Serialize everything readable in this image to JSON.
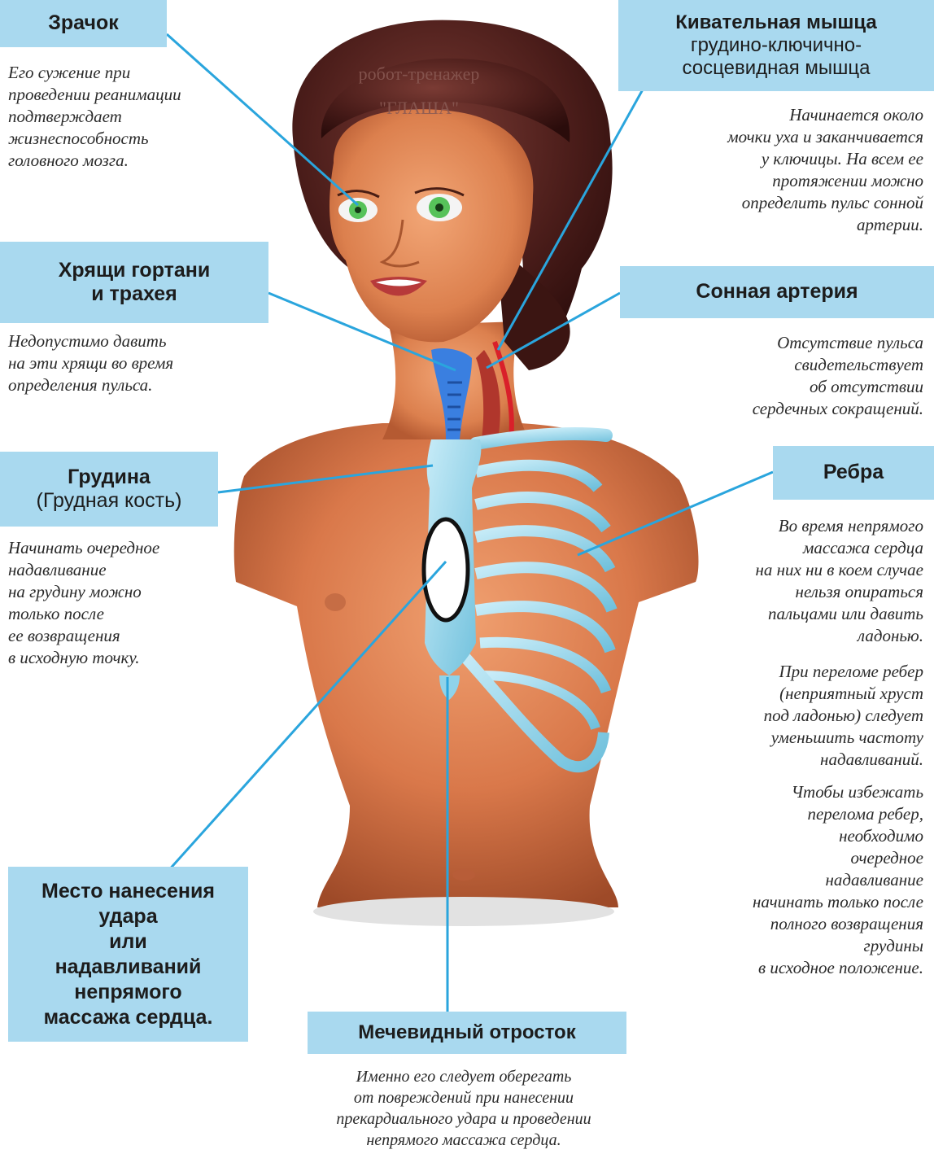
{
  "watermark": {
    "line1": "робот-тренажер",
    "line2": "\"ГЛАША\""
  },
  "labels": {
    "pupil": {
      "title": "Зрачок",
      "desc": "Его сужение при\nпроведении реанимации\nподтверждает\nжизнеспособность\nголовного мозга."
    },
    "muscle": {
      "title": "Кивательная мышца",
      "subtitle": "грудино-ключично-\nсосцевидная  мышца",
      "desc": "Начинается около\nмочки уха и заканчивается\nу ключицы. На всем ее\nпротяжении можно\nопределить пульс сонной\nартерии."
    },
    "larynx": {
      "title": "Хрящи гортани\nи трахея",
      "desc": "Недопустимо давить\nна эти хрящи во время\nопределения пульса."
    },
    "carotid": {
      "title": "Сонная артерия",
      "desc": "Отсутствие пульса\nсвидетельствует\nоб отсутствии\nсердечных сокращений."
    },
    "sternum": {
      "title": "Грудина",
      "subtitle": "(Грудная кость)",
      "desc": "Начинать очередное\nнадавливание\nна грудину можно\nтолько после\nее возвращения\nв исходную точку."
    },
    "ribs": {
      "title": "Ребра",
      "desc1": "Во время непрямого\nмассажа сердца\nна них ни в коем случае\nнельзя опираться\nпальцами или давить\nладонью.",
      "desc2": "При переломе ребер\n(неприятный хруст\nпод ладонью) следует\nуменьшить частоту\nнадавливаний.",
      "desc3": "Чтобы избежать\nперелома ребер,\nнеобходимо\nочередное\nнадавливание\nначинать только после\nполного возвращения\nгрудины\nв исходное положение."
    },
    "impact": {
      "title": "Место нанесения\nудара\nили\nнадавливаний\nнепрямого\nмассажа сердца."
    },
    "xiphoid": {
      "title": "Мечевидный отросток",
      "desc": "Именно его следует оберегать\nот повреждений при нанесении\nпрекардиального удара и проведении\nнепрямого массажа сердца."
    }
  }
}
